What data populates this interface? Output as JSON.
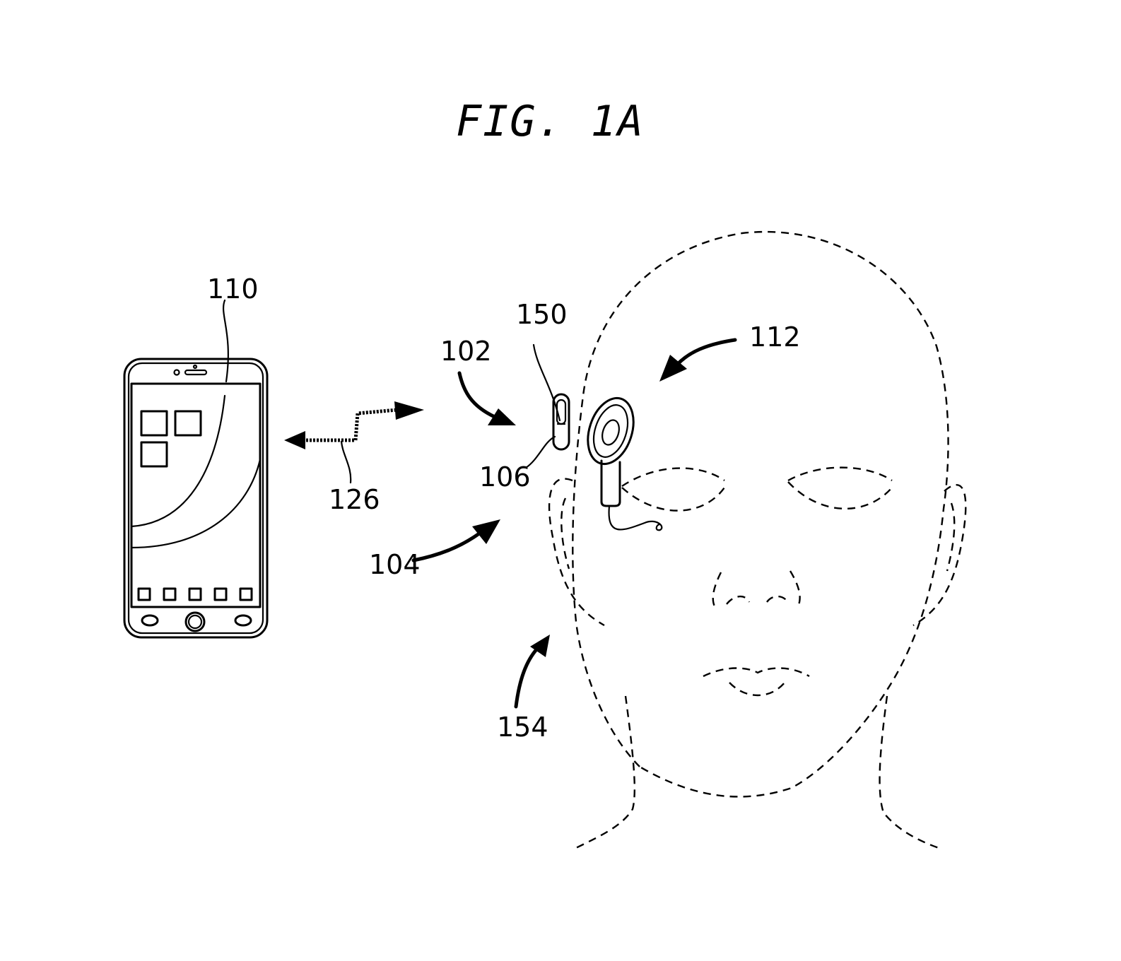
{
  "figure": {
    "title": "FIG. 1A",
    "references": {
      "phone": "110",
      "wireless_link": "126",
      "system": "102",
      "external_component": "104",
      "sound_processor": "106",
      "microphone": "150",
      "implant": "112",
      "recipient": "154"
    }
  }
}
